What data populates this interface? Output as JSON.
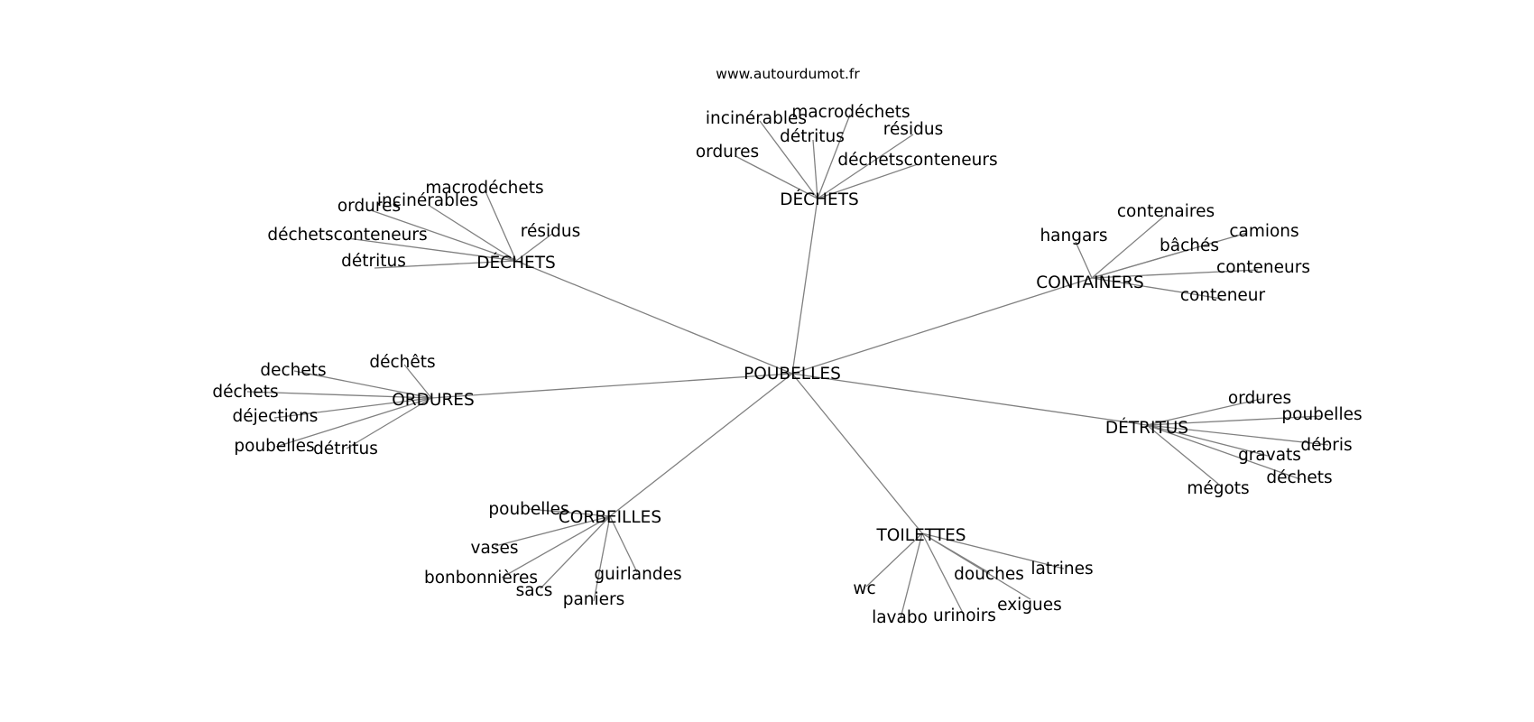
{
  "source_credit": "www.autourdumot.fr",
  "center": {
    "word": "POUBELLES"
  },
  "clusters": [
    {
      "word": "DÉCHETS",
      "leaves": [
        "ordures",
        "incinérables",
        "macrodéchets",
        "détritus",
        "résidus",
        "déchetsconteneurs"
      ]
    },
    {
      "word": "DÉCHETS",
      "leaves": [
        "macrodéchets",
        "incinérables",
        "ordures",
        "déchetsconteneurs",
        "détritus",
        "résidus"
      ]
    },
    {
      "word": "CONTAINERS",
      "leaves": [
        "hangars",
        "contenaires",
        "bâchés",
        "camions",
        "conteneurs",
        "conteneur"
      ]
    },
    {
      "word": "ORDURES",
      "leaves": [
        "dechets",
        "déchêts",
        "déchets",
        "déjections",
        "poubelles",
        "détritus"
      ]
    },
    {
      "word": "DÉTRITUS",
      "leaves": [
        "ordures",
        "poubelles",
        "débris",
        "gravats",
        "déchets",
        "mégots"
      ]
    },
    {
      "word": "CORBEILLES",
      "leaves": [
        "poubelles",
        "vases",
        "bonbonnières",
        "sacs",
        "paniers",
        "guirlandes"
      ]
    },
    {
      "word": "TOILETTES",
      "leaves": [
        "latrines",
        "douches",
        "exigues",
        "urinoirs",
        "lavabo",
        "wc"
      ]
    }
  ],
  "colors": {
    "edge": "#808080",
    "text": "#000000",
    "background": "#ffffff"
  }
}
